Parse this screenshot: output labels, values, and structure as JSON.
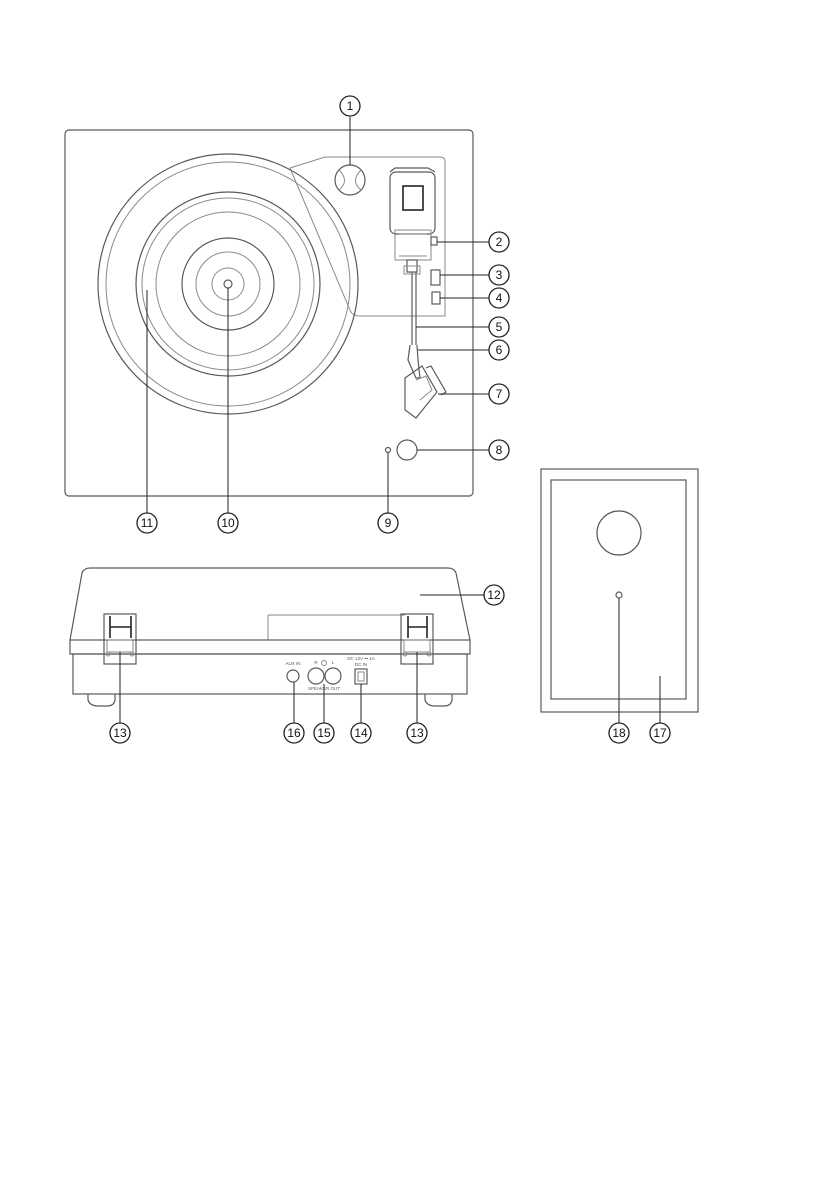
{
  "callouts": [
    {
      "id": "callout-1",
      "number": "1"
    },
    {
      "id": "callout-2",
      "number": "2"
    },
    {
      "id": "callout-3",
      "number": "3"
    },
    {
      "id": "callout-4",
      "number": "4"
    },
    {
      "id": "callout-5",
      "number": "5"
    },
    {
      "id": "callout-6",
      "number": "6"
    },
    {
      "id": "callout-7",
      "number": "7"
    },
    {
      "id": "callout-8",
      "number": "8"
    },
    {
      "id": "callout-9",
      "number": "9"
    },
    {
      "id": "callout-10",
      "number": "10"
    },
    {
      "id": "callout-11",
      "number": "11"
    },
    {
      "id": "callout-12",
      "number": "12"
    },
    {
      "id": "callout-13-left",
      "number": "13"
    },
    {
      "id": "callout-16",
      "number": "16"
    },
    {
      "id": "callout-15",
      "number": "15"
    },
    {
      "id": "callout-14",
      "number": "14"
    },
    {
      "id": "callout-13-right",
      "number": "13"
    },
    {
      "id": "callout-18",
      "number": "18"
    },
    {
      "id": "callout-17",
      "number": "17"
    }
  ],
  "rear_panel_labels": {
    "aux_in": "AUX IN",
    "left": "R",
    "right": "L",
    "speaker_out": "SPEAKER OUT",
    "dc_in": "DC 12V ⎓ 1A",
    "dc_sub": "DC IN"
  }
}
